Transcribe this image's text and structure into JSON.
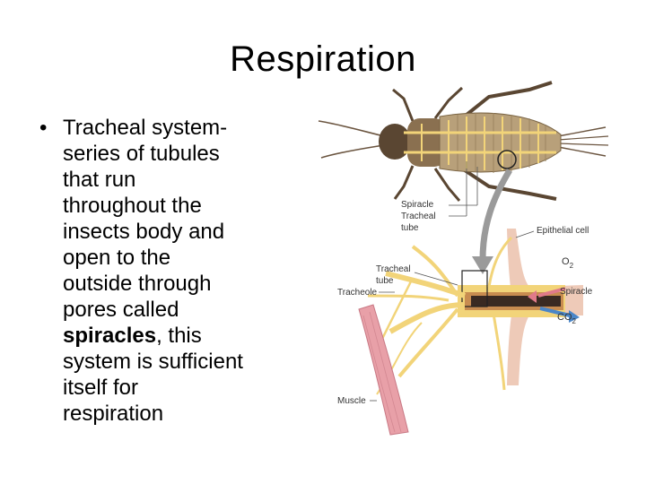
{
  "title": "Respiration",
  "bullet": {
    "lines": [
      "Tracheal system-",
      "series of tubules",
      "that run",
      "throughout the",
      "insects body and",
      "open to the",
      "outside through",
      "pores called"
    ],
    "bold_word": "spiracles",
    "after_bold": ", this",
    "lines_after": [
      "system is sufficient",
      "itself for",
      "respiration"
    ]
  },
  "figure_labels": {
    "spiracle_top": "Spiracle",
    "tracheal_tube_top_1": "Tracheal",
    "tracheal_tube_top_2": "tube",
    "epithelial_cell": "Epithelial cell",
    "o2": "O",
    "o2_sub": "2",
    "spiracle_right": "Spiracle",
    "co2": "CO",
    "co2_sub": "2",
    "tracheal_tube_mid_1": "Tracheal",
    "tracheal_tube_mid_2": "tube",
    "tracheole": "Tracheole",
    "muscle": "Muscle"
  },
  "colors": {
    "insect_body": "#b8a07a",
    "insect_dark": "#5a4632",
    "trachea": "#f2d479",
    "epithelium": "#ecc4b0",
    "muscle": "#e8a0a8",
    "arrow": "#9a9a9a",
    "co2_arrow": "#4a86c8"
  }
}
